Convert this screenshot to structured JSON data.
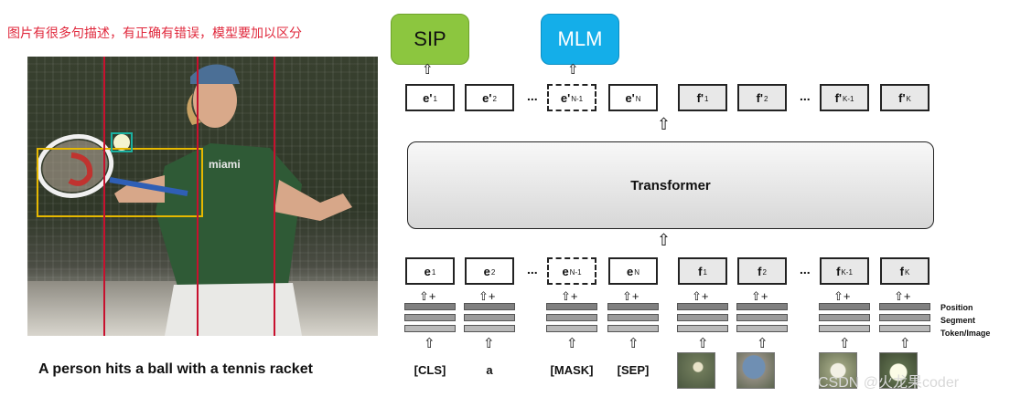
{
  "annotation": "图片有很多句描述，有正确有错误，模型要加以区分",
  "tasks": {
    "sip": "SIP",
    "mlm": "MLM"
  },
  "caption": "A person hits a ball with a tennis racket",
  "photo_text": "miami",
  "transformer_label": "Transformer",
  "output_tokens": [
    {
      "base": "e'",
      "sub": "1"
    },
    {
      "base": "e'",
      "sub": "2"
    },
    {
      "base": "e'",
      "sub": "N-1"
    },
    {
      "base": "e'",
      "sub": "N"
    },
    {
      "base": "f'",
      "sub": "1"
    },
    {
      "base": "f'",
      "sub": "2"
    },
    {
      "base": "f'",
      "sub": "K-1"
    },
    {
      "base": "f'",
      "sub": "K"
    }
  ],
  "input_tokens": [
    {
      "base": "e",
      "sub": "1"
    },
    {
      "base": "e",
      "sub": "2"
    },
    {
      "base": "e",
      "sub": "N-1"
    },
    {
      "base": "e",
      "sub": "N"
    },
    {
      "base": "f",
      "sub": "1"
    },
    {
      "base": "f",
      "sub": "2"
    },
    {
      "base": "f",
      "sub": "K-1"
    },
    {
      "base": "f",
      "sub": "K"
    }
  ],
  "ellipsis": "...",
  "words": [
    "[CLS]",
    "a",
    "[MASK]",
    "[SEP]"
  ],
  "embedding_layers": [
    "Position",
    "Segment",
    "Token/Image"
  ],
  "arrow_glyph": "⇧",
  "arrow_plus_glyph": "⇧+",
  "watermark": "CSDN @火龙果coder",
  "colors": {
    "annotation": "#e0283c",
    "sip": "#8cc63f",
    "mlm": "#14aee9",
    "bbox_racket": "#e6b800",
    "bbox_ball": "#1ab0a0",
    "divider_lines": "#c8102e"
  }
}
